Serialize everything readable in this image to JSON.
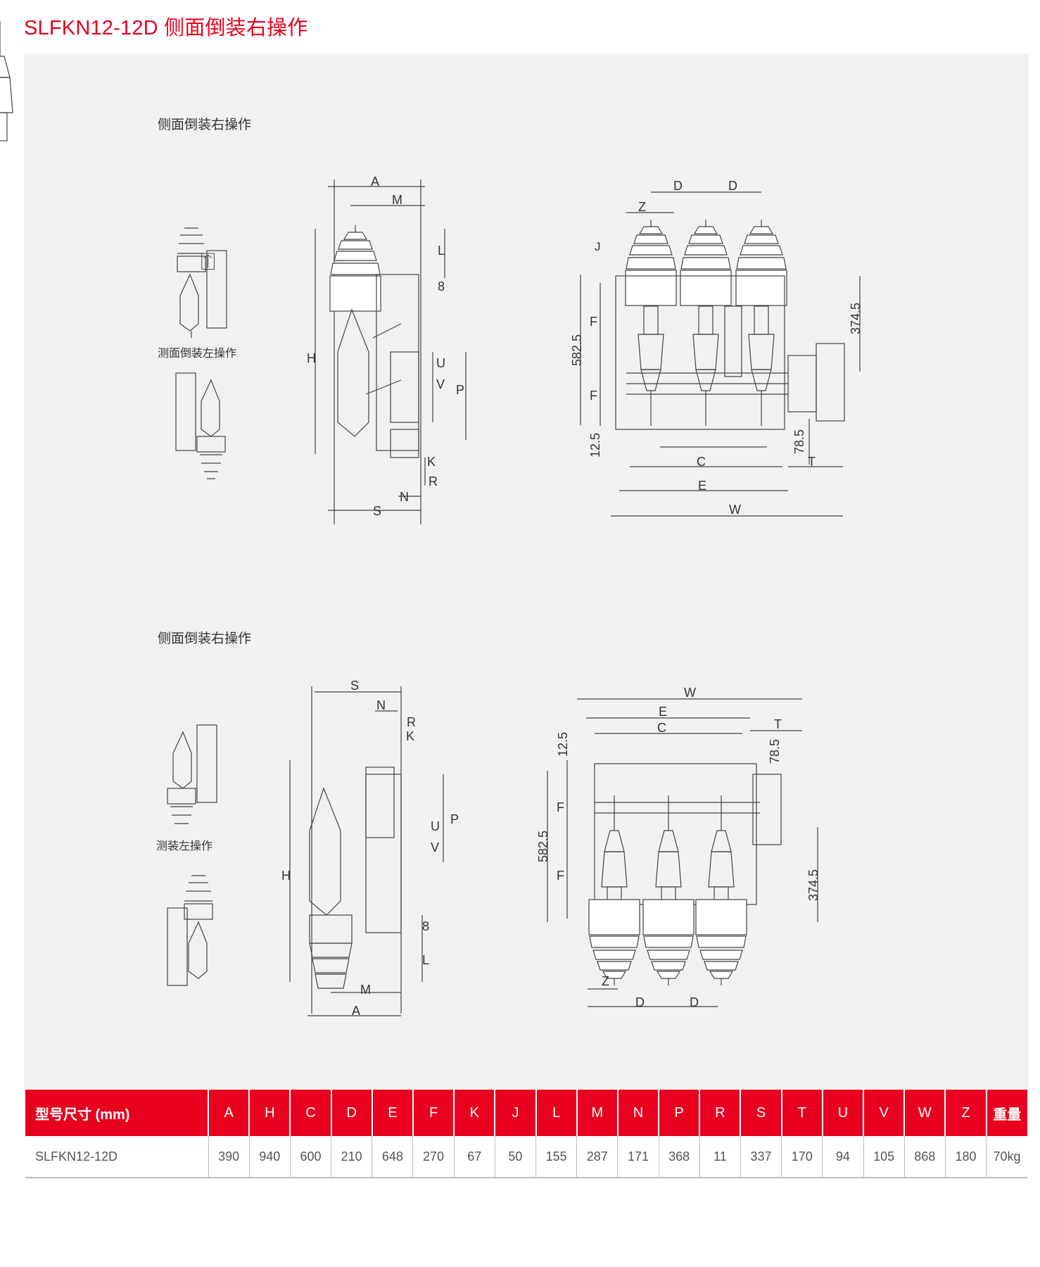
{
  "page": {
    "title": "SLFKN12-12D 侧面倒装右操作"
  },
  "section1": {
    "label": "侧面倒装右操作",
    "small_caption": "测面倒装左操作"
  },
  "section2": {
    "label": "侧面倒装右操作",
    "small_caption": "测装左操作"
  },
  "dim_letters": {
    "A": "A",
    "M": "M",
    "L": "L",
    "8": "8",
    "H": "H",
    "U": "U",
    "V": "V",
    "P": "P",
    "K": "K",
    "R": "R",
    "N": "N",
    "S": "S",
    "D": "D",
    "Z": "Z",
    "J": "J",
    "F": "F",
    "C": "C",
    "E": "E",
    "W": "W",
    "T": "T",
    "d582": "582.5",
    "d3745": "374.5",
    "d125": "12.5",
    "d785": "78.5"
  },
  "table": {
    "headers": [
      "型号尺寸 (mm)",
      "A",
      "H",
      "C",
      "D",
      "E",
      "F",
      "K",
      "J",
      "L",
      "M",
      "N",
      "P",
      "R",
      "S",
      "T",
      "U",
      "V",
      "W",
      "Z",
      "重量"
    ],
    "rows": [
      [
        "SLFKN12-12D",
        "390",
        "940",
        "600",
        "210",
        "648",
        "270",
        "67",
        "50",
        "155",
        "287",
        "171",
        "368",
        "11",
        "337",
        "170",
        "94",
        "105",
        "868",
        "180",
        "70kg"
      ]
    ]
  }
}
